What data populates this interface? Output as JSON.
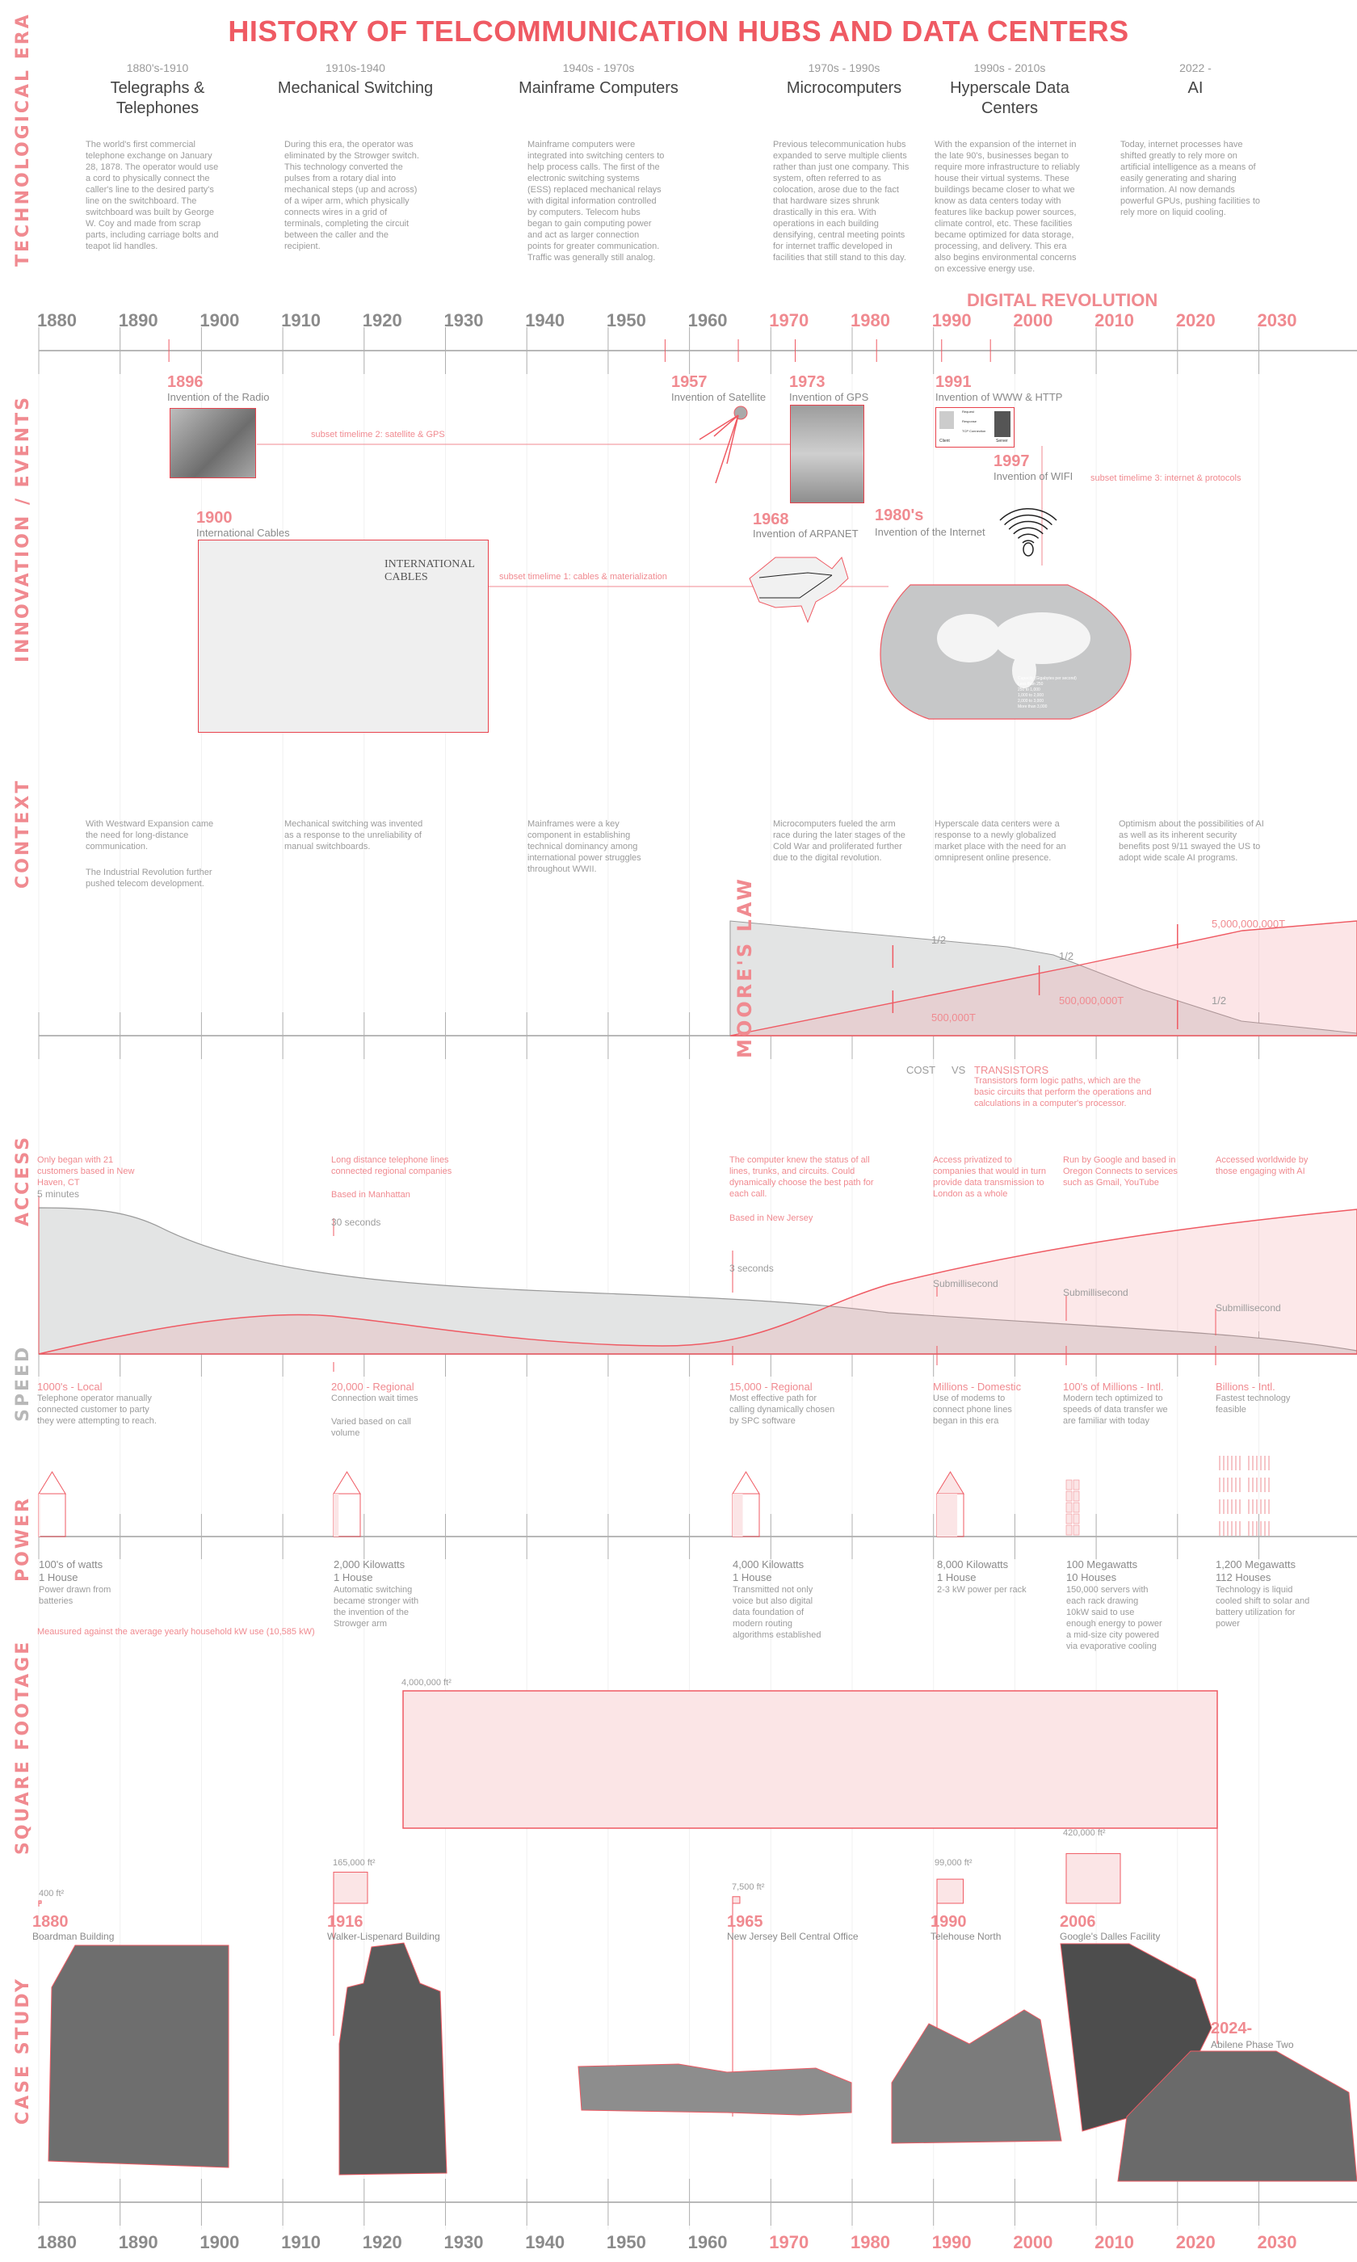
{
  "title": "HISTORY OF TELCOMMUNICATION HUBS AND DATA CENTERS",
  "section_labels": {
    "era": "TECHNOLOGICAL ERA",
    "innovation": "INNOVATION / EVENTS",
    "context": "CONTEXT",
    "moores_law": "MOORE'S LAW",
    "access": "ACCESS",
    "speed": "SPEED",
    "power": "POWER",
    "square_footage": "SQUARE FOOTAGE",
    "case_study": "CASE STUDY"
  },
  "eras": [
    {
      "range": "1880's-1910",
      "name": "Telegraphs & Telephones",
      "description": "The world's first commercial telephone exchange on January 28, 1878. The operator would use a cord to physically connect the caller's line to the desired party's line on the switchboard. The switchboard was built by George W. Coy and made from scrap parts, including carriage bolts and teapot lid handles."
    },
    {
      "range": "1910s-1940",
      "name": "Mechanical Switching",
      "description": "During this era, the operator was eliminated by the Strowger switch. This technology converted the pulses from a rotary dial into mechanical steps (up and across) of a wiper arm, which physically connects wires in a grid of terminals, completing the circuit between the caller and the recipient."
    },
    {
      "range": "1940s - 1970s",
      "name": "Mainframe Computers",
      "description": "Mainframe computers were integrated into switching centers to help process calls. The first of the electronic switching systems (ESS) replaced mechanical relays with digital information controlled by computers. Telecom hubs began to gain computing power and act as larger connection points for greater communication. Traffic was generally still analog."
    },
    {
      "range": "1970s - 1990s",
      "name": "Microcomputers",
      "description": "Previous telecommunication hubs expanded to serve multiple clients rather than just one company. This system, often referred to as colocation, arose due to the fact that hardware sizes shrunk drastically in this era. With operations in each building densifying, central meeting points for internet traffic developed in facilities that still stand to this day."
    },
    {
      "range": "1990s - 2010s",
      "name": "Hyperscale Data Centers",
      "description": "With the expansion of the internet in the late 90's, businesses began to require more infrastructure to reliably house their virtual systems. These buildings became closer to what we know as data centers today with features like backup power sources, climate control, etc. These facilities became optimized for data storage, processing, and delivery. This era also begins environmental concerns on excessive energy use."
    },
    {
      "range": "2022 -",
      "name": "AI",
      "description": "Today, internet processes have shifted greatly to rely more on artificial intelligence as a means of easily generating and sharing information. AI now demands powerful GPUs, pushing facilities to rely more on liquid cooling."
    }
  ],
  "timeline": {
    "digital_revolution_label": "DIGITAL REVOLUTION",
    "years": [
      "1880",
      "1890",
      "1900",
      "1910",
      "1920",
      "1930",
      "1940",
      "1950",
      "1960",
      "1970",
      "1980",
      "1990",
      "2000",
      "2010",
      "2020",
      "2030"
    ],
    "digital_start_index": 9
  },
  "events": [
    {
      "year": "1896",
      "name": "Invention of the Radio",
      "image": "radio-apparatus-image"
    },
    {
      "year": "1957",
      "name": "Invention of Satellite",
      "image": "sputnik-satellite-image"
    },
    {
      "year": "1973",
      "name": "Invention of GPS",
      "image": "gps-satellites-image"
    },
    {
      "year": "1991",
      "name": "Invention of WWW & HTTP",
      "image": "client-server-diagram"
    },
    {
      "year": "1997",
      "name": "Invention of WIFI",
      "image": "wifi-icon"
    },
    {
      "year": "1900",
      "name": "International Cables",
      "image": "international-cables-map"
    },
    {
      "year": "1968",
      "name": "Invention of ARPANET",
      "image": "arpanet-map"
    },
    {
      "year": "1980's",
      "name": "Invention of the Internet",
      "image": "world-cable-map"
    }
  ],
  "http_diagram": {
    "request": "Request",
    "response": "Response",
    "tcp": "TCP Connection",
    "client": "Client",
    "server": "Server"
  },
  "cables_map_title": "INTERNATIONAL CABLES",
  "world_map_legend": {
    "title": "Capacity (Gigabytes per second)",
    "items": [
      "Less than 250",
      "250 to 1,000",
      "1,000 to 2,000",
      "2,000 to 3,000",
      "More than 3,000"
    ]
  },
  "subsets": [
    "subset timelime 2: satellite & GPS",
    "subset timelime 1: cables & materialization",
    "subset timelime 3: internet & protocols"
  ],
  "context": [
    "With Westward Expansion came the need for long-distance communication.",
    "The Industrial Revolution further pushed telecom development.",
    "Mechanical switching was invented as a response to the unreliability of manual switchboards.",
    "Mainframes were a key component in establishing technical dominancy among international power struggles throughout WWII.",
    "Microcomputers fueled the arm race during the later stages of the Cold War and proliferated further due to the digital revolution.",
    "Hyperscale data centers were a response to a newly globalized market place with the need for an omnipresent online presence.",
    "Optimism about the possibilities of AI as well as its inherent security benefits post 9/11 swayed the US to adopt wide scale AI programs."
  ],
  "moores_law": {
    "half_labels": [
      "1/2",
      "1/2",
      "1/2"
    ],
    "transistor_labels": [
      "500,000T",
      "500,000,000T",
      "5,000,000,000T"
    ],
    "cost_label": "COST",
    "vs_label": "VS",
    "transistors_label": "TRANSISTORS",
    "transistors_desc": "Transistors form logic paths, which are the basic circuits that perform the operations and calculations in a computer's processor."
  },
  "access": {
    "notes": [
      "Only began with 21 customers based in New Haven, CT",
      "Long distance telephone lines connected regional companies",
      "Based in Manhattan",
      "The computer knew the status of all lines, trunks, and circuits. Could dynamically choose the best path for each call.",
      "Based in New Jersey",
      "Access privatized to companies that would in turn provide data transmission to London as a whole",
      "Run by Google and based in Oregon Connects to services such as Gmail, YouTube",
      "Accessed worldwide by those engaging with AI"
    ],
    "wait_times": [
      "5 minutes",
      "30 seconds",
      "3 seconds",
      "Submillisecond",
      "Submillisecond",
      "Submillisecond"
    ]
  },
  "speed": [
    {
      "scale": "1000's - Local",
      "desc": "Telephone operator manually connected customer to party they were attempting to reach."
    },
    {
      "scale": "20,000 - Regional",
      "desc": "Connection wait times",
      "desc2": "Varied based on call volume"
    },
    {
      "scale": "15,000 - Regional",
      "desc": "Most effective path for calling dynamically chosen by SPC software"
    },
    {
      "scale": "Millions - Domestic",
      "desc": "Use of  modems to connect phone lines began in this era"
    },
    {
      "scale": "100's of Millions - Intl.",
      "desc": "Modern tech optimized to speeds of data transfer we are familiar with today"
    },
    {
      "scale": "Billions - Intl.",
      "desc": "Fastest technology feasible"
    }
  ],
  "power": {
    "items": [
      {
        "power": "100's of watts",
        "houses": "1 House",
        "fill_fraction": 0.05,
        "desc": "Power drawn from batteries"
      },
      {
        "power": "2,000 Kilowatts",
        "houses": "1 House",
        "fill_fraction": 0.19,
        "desc": "Automatic switching became stronger with the invention of the Strowger arm"
      },
      {
        "power": "4,000 Kilowatts",
        "houses": "1 House",
        "fill_fraction": 0.38,
        "desc": "Transmitted not only voice but also digital data foundation of modern routing algorithms established"
      },
      {
        "power": "8,000 Kilowatts",
        "houses": "1 House",
        "fill_fraction": 0.76,
        "desc": "2-3 kW power per rack"
      },
      {
        "power": "100 Megawatts",
        "houses": "10 Houses",
        "fill_fraction": 1,
        "desc": "150,000 servers with each rack drawing 10kW said to use enough energy to power a mid-size city powered via evaporative cooling"
      },
      {
        "power": "1,200 Megawatts",
        "houses": "112 Houses",
        "fill_fraction": 1,
        "desc": "Technology is liquid cooled shift to solar and battery utilization for power"
      }
    ],
    "footnote": "Meausured against the average yearly household kW use (10,585 kW)"
  },
  "square_footage": [
    {
      "label": "400 ft²",
      "value": 400
    },
    {
      "label": "165,000 ft²",
      "value": 165000
    },
    {
      "label": "7,500 ft²",
      "value": 7500
    },
    {
      "label": "99,000 ft²",
      "value": 99000
    },
    {
      "label": "420,000 ft²",
      "value": 420000
    },
    {
      "label": "4,000,000 ft²",
      "value": 4000000
    }
  ],
  "case_studies": [
    {
      "year": "1880",
      "name": "Boardman Building"
    },
    {
      "year": "1916",
      "name": "Walker-Lispenard Building"
    },
    {
      "year": "1965",
      "name": "New Jersey Bell Central Office"
    },
    {
      "year": "1990",
      "name": "Telehouse North"
    },
    {
      "year": "2006",
      "name": "Google's Dalles Facility"
    },
    {
      "year": "2024-",
      "name": "Abilene Phase Two"
    }
  ],
  "colors": {
    "accent": "#ef5a63",
    "accent_light": "#f08a90",
    "fill_pink": "#fbe5e6",
    "fill_gray": "#e3e4e4",
    "text_gray": "#8a8a8a"
  }
}
